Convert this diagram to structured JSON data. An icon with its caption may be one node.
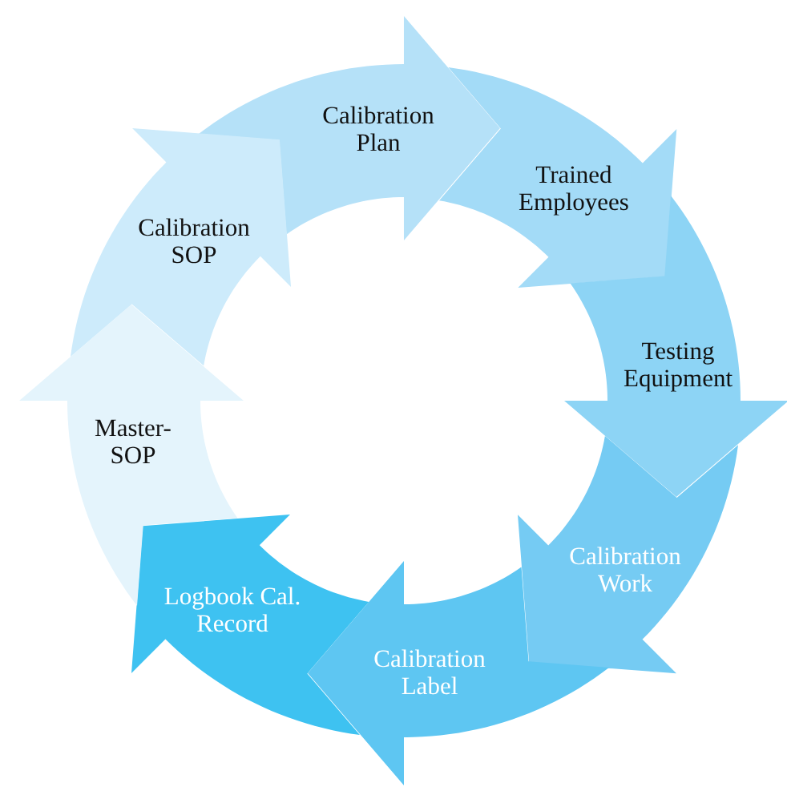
{
  "diagram": {
    "nodes": [
      {
        "text": [
          "Calibration Plan"
        ]
      },
      {
        "text": [
          "Trained Employees"
        ]
      },
      {
        "text": [
          "Testing Equipment"
        ]
      },
      {
        "text": [
          "Calibration Work"
        ]
      },
      {
        "text": [
          "Calibration Label"
        ]
      },
      {
        "text": [
          "Logbook Cal. Record"
        ]
      },
      {
        "text": [
          "Master-SOP"
        ]
      },
      {
        "text": [
          "Calibration SOP"
        ]
      }
    ]
  }
}
